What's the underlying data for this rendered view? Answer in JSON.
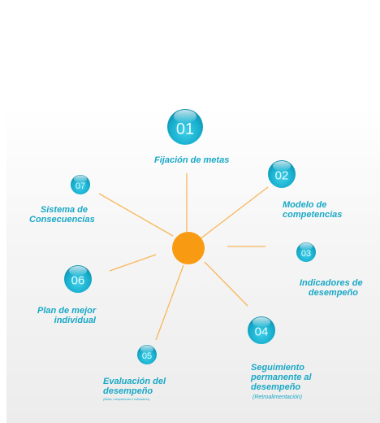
{
  "steps": [
    {
      "number": "01",
      "label": "Fijación de metas"
    },
    {
      "number": "02",
      "label_line1": "Modelo de",
      "label_line2": "competencias"
    },
    {
      "number": "03",
      "label_line1": "Indicadores de",
      "label_line2": "desempeño"
    },
    {
      "number": "04",
      "label_line1": "Seguimiento",
      "label_line2": "permanente al",
      "label_line3": "desempeño",
      "note": "(Retroalimentación)"
    },
    {
      "number": "05",
      "label_line1": "Evaluación del",
      "label_line2": "desempeño",
      "note": "(Metas, competencias e Indicadores)"
    },
    {
      "number": "06",
      "label_line1": "Plan de mejor",
      "label_line2": "individual"
    },
    {
      "number": "07",
      "label_line1": "Sistema de",
      "label_line2": "Consecuencias"
    }
  ],
  "colors": {
    "hub": "#f89a12",
    "spoke": "#f8b75a",
    "bubble": "#19b2cf",
    "text": "#19a8c6"
  }
}
